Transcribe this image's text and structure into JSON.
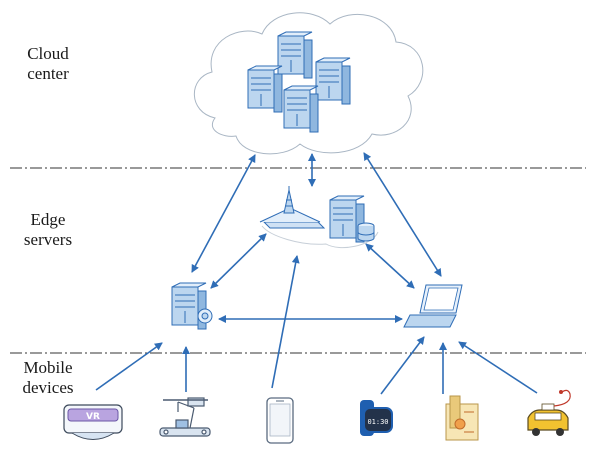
{
  "tiers": {
    "cloud": {
      "line1": "Cloud",
      "line2": "center"
    },
    "edge": {
      "line1": "Edge",
      "line2": "servers"
    },
    "mobile": {
      "line1": "Mobile",
      "line2": "devices"
    }
  },
  "icons": {
    "vr_text": "VR",
    "watch_text": "01:30"
  },
  "colors": {
    "arrow": "#2f6db6",
    "icon_fill": "#bcd6ef",
    "icon_stroke": "#2f6db6",
    "divider": "#333333",
    "cloud_outline": "#a9b6c4"
  }
}
